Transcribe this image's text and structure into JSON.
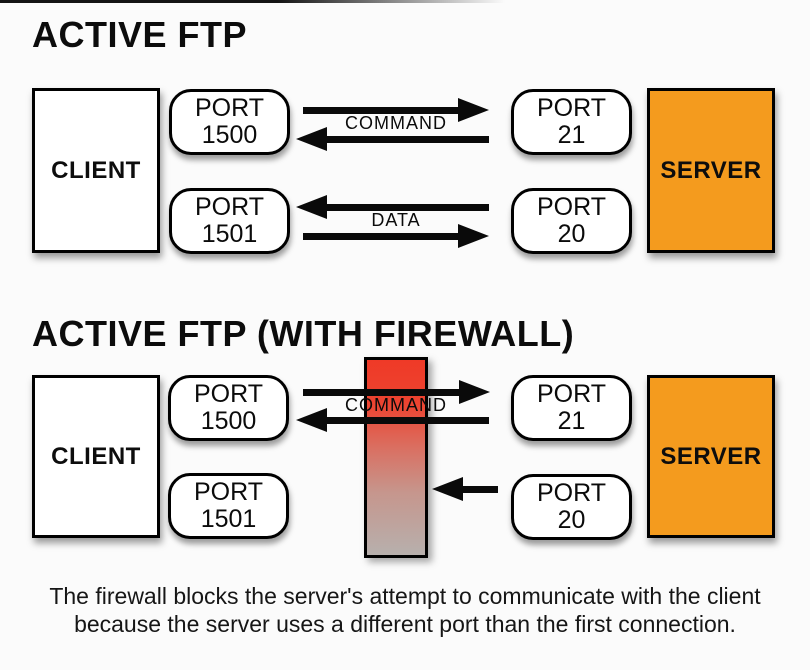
{
  "colors": {
    "server_fill": "#F49B1E",
    "firewall_gradient": "linear-gradient(180deg, #EF3A27 0%, #ED4330 22%, #DA6F61 45%, #C6968D 68%, #B7B0AD 100%)"
  },
  "section1": {
    "title": "ACTIVE FTP",
    "client_label": "CLIENT",
    "server_label": "SERVER",
    "command_label": "COMMAND",
    "data_label": "DATA",
    "ports": {
      "client_command": {
        "line1": "PORT",
        "line2": "1500"
      },
      "client_data": {
        "line1": "PORT",
        "line2": "1501"
      },
      "server_command": {
        "line1": "PORT",
        "line2": "21"
      },
      "server_data": {
        "line1": "PORT",
        "line2": "20"
      }
    }
  },
  "section2": {
    "title": "ACTIVE FTP (WITH FIREWALL)",
    "client_label": "CLIENT",
    "server_label": "SERVER",
    "command_label": "COMMAND",
    "ports": {
      "client_command": {
        "line1": "PORT",
        "line2": "1500"
      },
      "client_data": {
        "line1": "PORT",
        "line2": "1501"
      },
      "server_command": {
        "line1": "PORT",
        "line2": "21"
      },
      "server_data": {
        "line1": "PORT",
        "line2": "20"
      }
    }
  },
  "caption": {
    "line1": "The firewall blocks the server's attempt to communicate with the client",
    "line2": "because the server uses a different port than the first connection."
  }
}
